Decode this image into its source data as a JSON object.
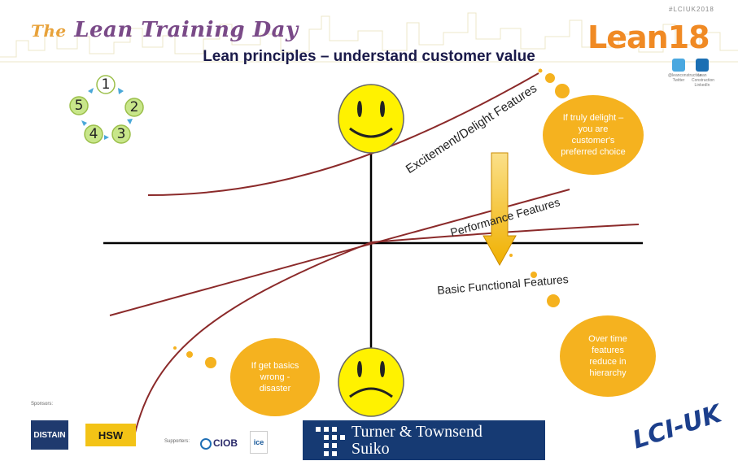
{
  "header": {
    "brand_prefix": "The",
    "brand_name": "Lean Training Day",
    "hashtag": "#LCIUK2018",
    "logo_text": "Lean",
    "logo_number": "18",
    "social": [
      {
        "icon": "twitter-icon",
        "caption_line1": "@leanconstruction",
        "caption_line2": "Twitter"
      },
      {
        "icon": "linkedin-icon",
        "caption_line1": "Lean Construction",
        "caption_line2": "LinkedIn"
      }
    ]
  },
  "slide_title": "Lean principles – understand customer value",
  "cycle": {
    "steps": [
      "1",
      "2",
      "3",
      "4",
      "5"
    ],
    "current_step": "1"
  },
  "curves": {
    "excitement": "Excitement/Delight Features",
    "performance": "Performance Features",
    "basic": "Basic Functional Features"
  },
  "bubbles": {
    "delight": "If truly delight – you are customer's preferred choice",
    "basics": "If get basics wrong - disaster",
    "over_time": "Over time features reduce in hierarchy"
  },
  "footer": {
    "sponsors_label": "Sponsors:",
    "supporters_label": "Supporters:",
    "sponsor_1": "DISTAIN",
    "sponsor_2": "HSW",
    "supporter_1": "CIOB",
    "supporter_2": "ice",
    "main_sponsor_line1": "Turner & Townsend",
    "main_sponsor_line2": "Suiko",
    "lci_logo": "LCI-UK"
  },
  "colors": {
    "accent_orange": "#f5b21f",
    "logo_orange": "#f08a24",
    "brand_purple": "#7a4a88",
    "curve_red": "#8b2a2a",
    "smiley_yellow": "#fff200",
    "navy": "#163a73",
    "cycle_green": "#c8e68a"
  }
}
